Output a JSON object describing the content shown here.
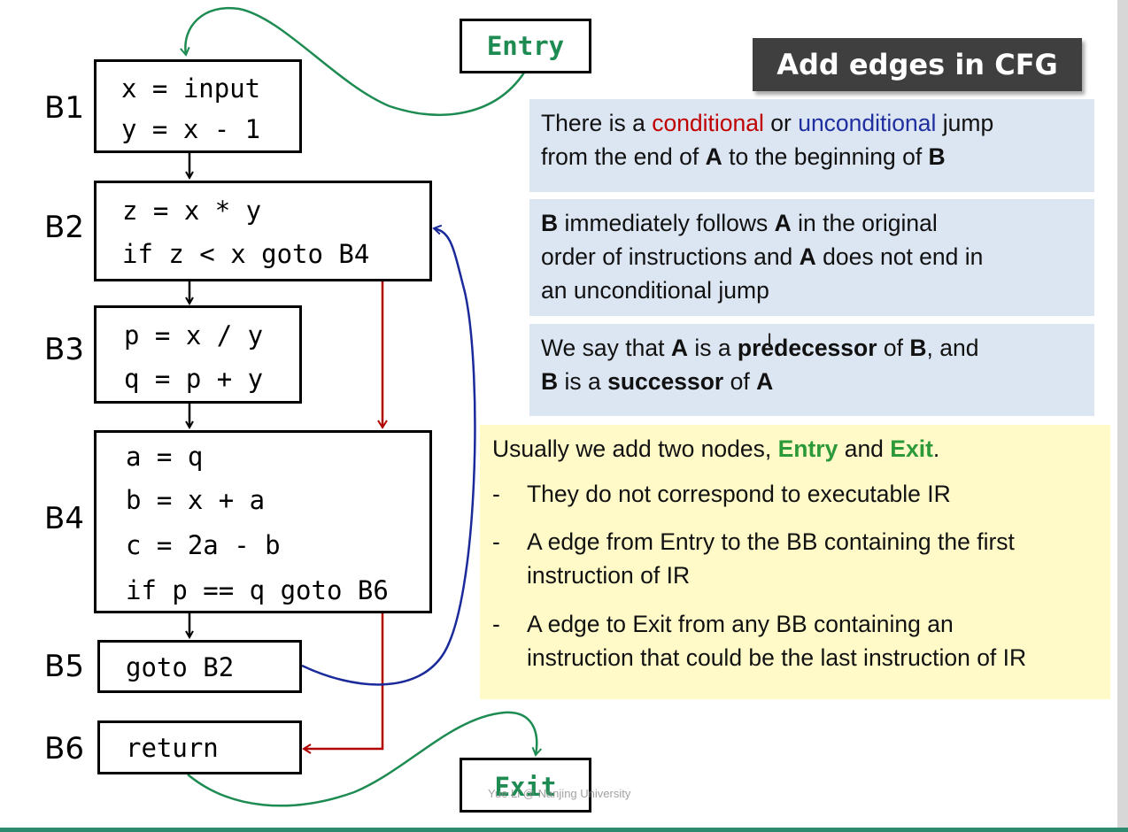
{
  "title": "Add edges in CFG",
  "blocks": [
    {
      "label": "B1",
      "lines": [
        "x = input",
        "y = x - 1"
      ]
    },
    {
      "label": "B2",
      "lines": [
        "z = x * y",
        "if z < x goto B4"
      ]
    },
    {
      "label": "B3",
      "lines": [
        "p = x / y",
        "q = p + y"
      ]
    },
    {
      "label": "B4",
      "lines": [
        "a = q",
        "b = x + a",
        "c = 2a - b",
        "if p == q goto B6"
      ]
    },
    {
      "label": "B5",
      "lines": [
        "goto B2"
      ]
    },
    {
      "label": "B6",
      "lines": [
        "return"
      ]
    }
  ],
  "entry_label": "Entry",
  "exit_label": "Exit",
  "rule1": {
    "p1": "There is a ",
    "conditional": "conditional",
    "p2": " or ",
    "unconditional": "unconditional",
    "p3": " jump",
    "p4": "from the end of ",
    "a": "A",
    "p5": " to the beginning of ",
    "b": "B"
  },
  "rule2": {
    "b": "B",
    "p1": " immediately follows ",
    "a": "A",
    "p2": " in the original",
    "p3": "order of instructions and ",
    "a2": "A",
    "p4": " does not end in",
    "p5": "an unconditional jump"
  },
  "rule3": {
    "p1": "We say that ",
    "a": "A",
    "p2": " is a ",
    "predecessor": "predecessor",
    "p3": " of ",
    "b": "B",
    "p4": ", and",
    "b2": "B",
    "p5": " is a ",
    "successor": "successor",
    "p6": " of ",
    "a2": "A"
  },
  "notes": {
    "intro1": "Usually we add two nodes, ",
    "entry": "Entry",
    "intro2": " and ",
    "exit": "Exit",
    "intro3": ".",
    "dash": "-",
    "bullet1": "They do not correspond to executable IR",
    "bullet2_l1": "A edge from Entry to the BB containing the first",
    "bullet2_l2": "instruction of IR",
    "bullet3_l1": "A edge to Exit from any BB containing an",
    "bullet3_l2": "instruction that could be the last instruction of IR"
  },
  "watermark": "Yue Li @ Nanjing University",
  "colors": {
    "entry_exit_edge": "#1e8c52",
    "conditional_edge": "#b00000",
    "unconditional_edge": "#1a2a9a",
    "rule_box": "#dce6f2",
    "note_box": "#fffac8"
  }
}
